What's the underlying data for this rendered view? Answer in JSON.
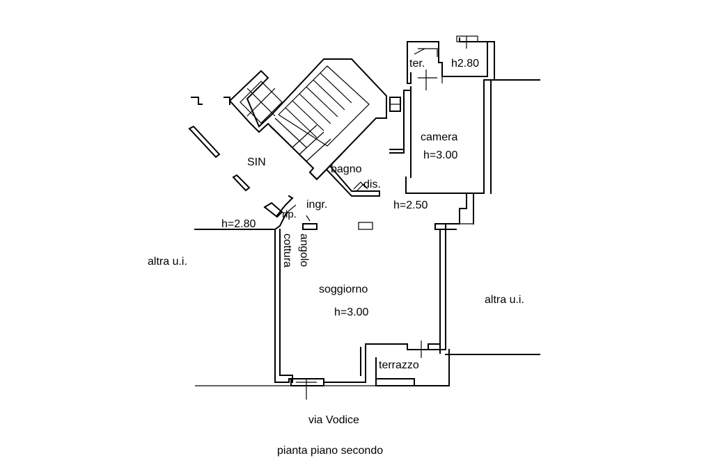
{
  "labels": {
    "ter": "ter.",
    "h280_top": "h2.80",
    "camera": "camera",
    "camera_h": "h=3.00",
    "sin": "SIN",
    "bagno": "bagno",
    "dis": "dis.",
    "ingr": "ingr.",
    "h250": "h=2.50",
    "rip": "rip.",
    "h280_left": "h=2.80",
    "angolo": "angolo",
    "cottura": "cottura",
    "altra_left": "altra u.i.",
    "soggiorno": "soggiorno",
    "soggiorno_h": "h=3.00",
    "altra_right": "altra u.i.",
    "terrazzo": "terrazzo",
    "street": "via Vodice",
    "caption": "pianta piano secondo"
  }
}
